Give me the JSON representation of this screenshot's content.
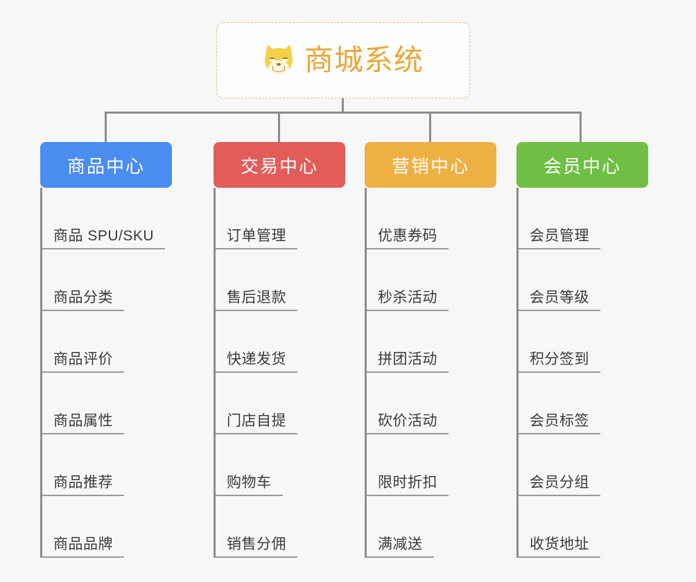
{
  "root": {
    "title": "商城系统",
    "icon": "dog-face-icon",
    "border_color": "#e8b96a",
    "text_color": "#e8a838",
    "background": "#fefefe"
  },
  "canvas": {
    "background": "#f7f7f7",
    "connector_color": "#8c8c8c"
  },
  "columns": [
    {
      "title": "商品中心",
      "color": "#4a8cf0",
      "items": [
        "商品 SPU/SKU",
        "商品分类",
        "商品评价",
        "商品属性",
        "商品推荐",
        "商品品牌"
      ]
    },
    {
      "title": "交易中心",
      "color": "#e25c59",
      "items": [
        "订单管理",
        "售后退款",
        "快递发货",
        "门店自提",
        "购物车",
        "销售分佣"
      ]
    },
    {
      "title": "营销中心",
      "color": "#eeaf43",
      "items": [
        "优惠券码",
        "秒杀活动",
        "拼团活动",
        "砍价活动",
        "限时折扣",
        "满减送"
      ]
    },
    {
      "title": "会员中心",
      "color": "#6fbf44",
      "items": [
        "会员管理",
        "会员等级",
        "积分签到",
        "会员标签",
        "会员分组",
        "收货地址"
      ]
    }
  ]
}
